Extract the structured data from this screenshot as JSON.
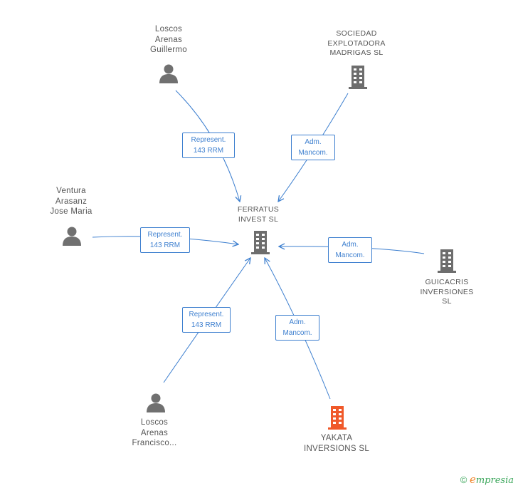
{
  "center": {
    "lines": [
      "FERRATUS",
      "INVEST  SL"
    ]
  },
  "nodes": {
    "guillermo": {
      "lines": [
        "Loscos",
        "Arenas",
        "Guillermo"
      ]
    },
    "madrigas": {
      "lines": [
        "SOCIEDAD",
        "EXPLOTADORA",
        "MADRIGAS  SL"
      ]
    },
    "jose_maria": {
      "lines": [
        "Ventura",
        "Arasanz",
        "Jose Maria"
      ]
    },
    "guicacris": {
      "lines": [
        "GUICACRIS",
        "INVERSIONES",
        "SL"
      ]
    },
    "francisco": {
      "lines": [
        "Loscos",
        "Arenas",
        "Francisco..."
      ]
    },
    "yakata": {
      "lines": [
        "YAKATA",
        "INVERSIONS SL"
      ]
    }
  },
  "edges": {
    "guillermo": [
      "Represent.",
      "143 RRM"
    ],
    "madrigas": [
      "Adm.",
      "Mancom."
    ],
    "jose_maria": [
      "Represent.",
      "143 RRM"
    ],
    "guicacris": [
      "Adm.",
      "Mancom."
    ],
    "francisco": [
      "Represent.",
      "143 RRM"
    ],
    "yakata": [
      "Adm.",
      "Mancom."
    ]
  },
  "colors": {
    "person": "#707070",
    "company": "#6d6d6d",
    "highlight": "#f0592a",
    "edge": "#3d7fcf"
  },
  "brand": {
    "copyright": "©",
    "first": "e",
    "rest": "mpresia"
  }
}
